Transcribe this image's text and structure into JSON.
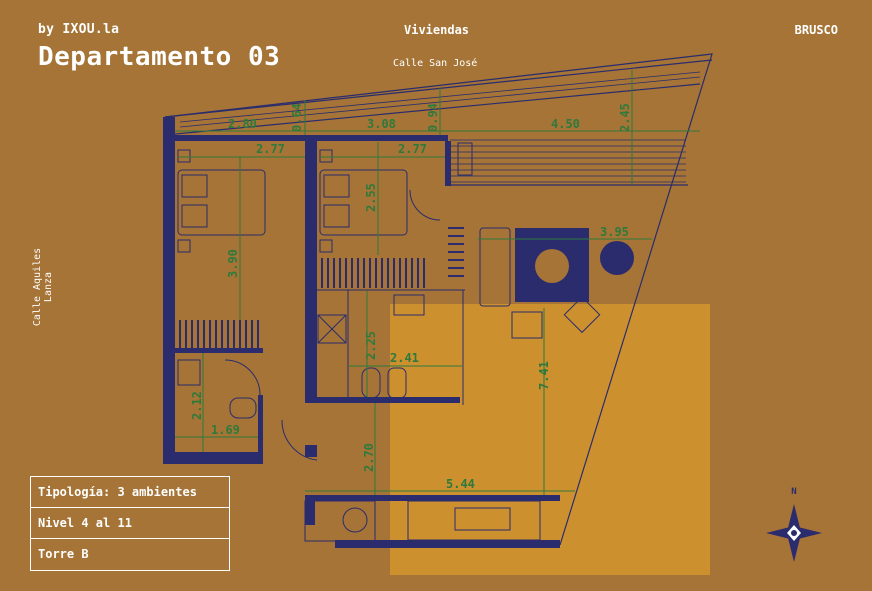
{
  "header": {
    "brand": "by IXOU.la",
    "title": "Departamento 03",
    "category": "Viviendas",
    "developer": "BRUSCO"
  },
  "streets": {
    "top": "Calle San José",
    "left": "Calle Aquiles Lanza"
  },
  "dimensions": {
    "d1": "2.80",
    "d2": "0.64",
    "d3": "3.08",
    "d4": "0.94",
    "d5": "4.50",
    "d6": "2.45",
    "d7": "2.77",
    "d8": "2.77",
    "d9": "2.55",
    "d10": "3.90",
    "d11": "3.95",
    "d12": "2.25",
    "d13": "2.41",
    "d14": "7.41",
    "d15": "2.12",
    "d16": "1.69",
    "d17": "2.70",
    "d18": "5.44"
  },
  "info": {
    "typology": "Tipología: 3 ambientes",
    "level": "Nivel 4 al 11",
    "tower": "Torre B"
  },
  "compass": {
    "label": "N"
  },
  "colors": {
    "background": "#a57436",
    "walls": "#2a2c6e",
    "dimensions": "#2e7a3c",
    "highlight": "#d99a2e"
  }
}
